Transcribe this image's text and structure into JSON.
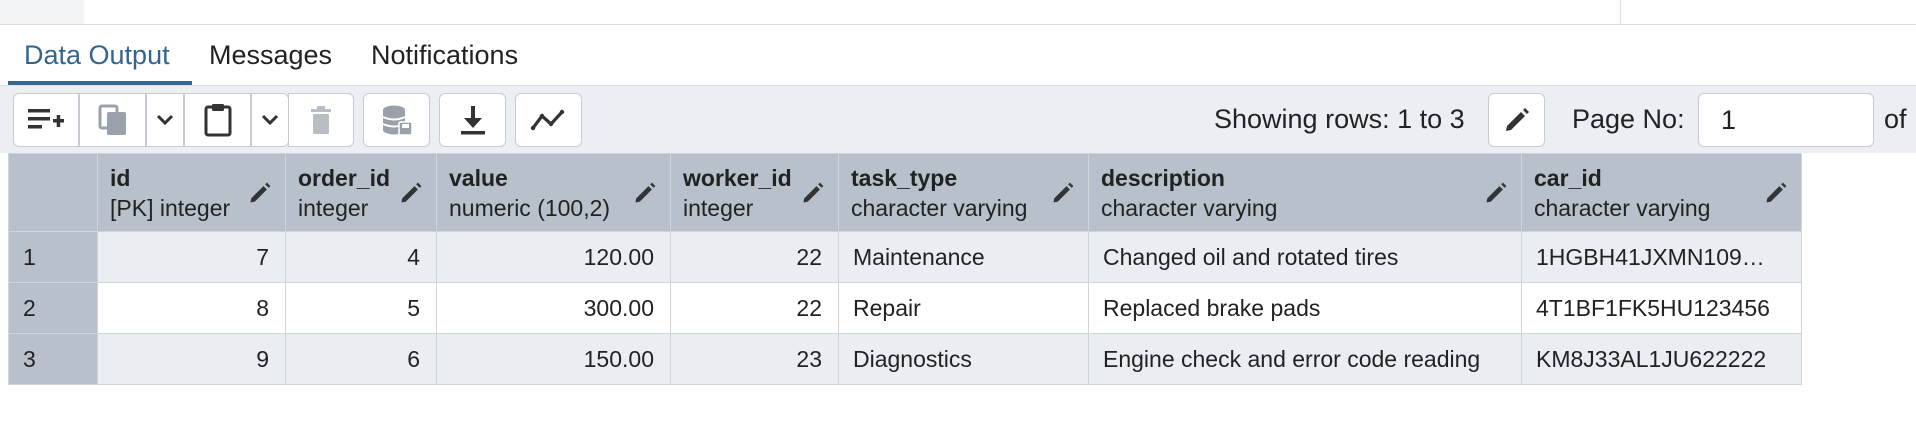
{
  "tabs": [
    {
      "label": "Data Output",
      "active": true
    },
    {
      "label": "Messages",
      "active": false
    },
    {
      "label": "Notifications",
      "active": false
    }
  ],
  "toolbar": {
    "buttons": [
      {
        "name": "add-row-button",
        "icon": "add-row-icon"
      },
      {
        "name": "copy-button",
        "icon": "copy-icon"
      },
      {
        "name": "copy-options-dropdown",
        "icon": "chevron-down-icon"
      },
      {
        "name": "paste-button",
        "icon": "clipboard-icon"
      },
      {
        "name": "paste-options-dropdown",
        "icon": "chevron-down-icon"
      },
      {
        "name": "delete-button",
        "icon": "trash-icon"
      },
      {
        "name": "save-data-button",
        "icon": "database-save-icon"
      },
      {
        "name": "download-button",
        "icon": "download-icon"
      },
      {
        "name": "graph-visualiser-button",
        "icon": "line-chart-icon"
      }
    ],
    "rows_label": "Showing rows: 1 to 3",
    "page_label": "Page No:",
    "page_value": "1",
    "of_label": "of"
  },
  "grid": {
    "columns": [
      {
        "name": "id",
        "type": "[PK] integer"
      },
      {
        "name": "order_id",
        "type": "integer"
      },
      {
        "name": "value",
        "type": "numeric (100,2)"
      },
      {
        "name": "worker_id",
        "type": "integer"
      },
      {
        "name": "task_type",
        "type": "character varying"
      },
      {
        "name": "description",
        "type": "character varying"
      },
      {
        "name": "car_id",
        "type": "character varying"
      }
    ],
    "rows": [
      {
        "n": "1",
        "cells": [
          "7",
          "4",
          "120.00",
          "22",
          "Maintenance",
          "Changed oil and rotated tires",
          "1HGBH41JXMN109…"
        ]
      },
      {
        "n": "2",
        "cells": [
          "8",
          "5",
          "300.00",
          "22",
          "Repair",
          "Replaced brake pads",
          "4T1BF1FK5HU123456"
        ]
      },
      {
        "n": "3",
        "cells": [
          "9",
          "6",
          "150.00",
          "23",
          "Diagnostics",
          "Engine check and error code reading",
          "KM8J33AL1JU622222"
        ]
      }
    ]
  },
  "colors": {
    "accent": "#326690",
    "header_bg": "#b8c0cc",
    "toolbar_bg": "#ebeef3",
    "odd_row_bg": "#eaedf2"
  }
}
